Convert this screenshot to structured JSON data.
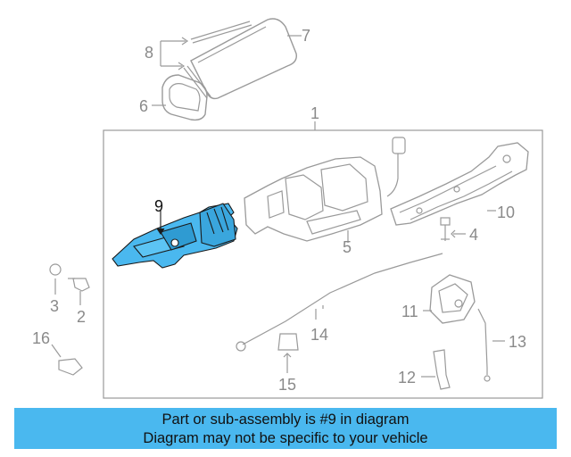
{
  "callouts": {
    "c1": "1",
    "c2": "2",
    "c3": "3",
    "c4": "4",
    "c5": "5",
    "c6": "6",
    "c7": "7",
    "c8": "8",
    "c9": "9",
    "c10": "10",
    "c11": "11",
    "c12": "12",
    "c13": "13",
    "c14": "14",
    "c15": "15",
    "c16": "16"
  },
  "highlight": {
    "part": "9",
    "color": "#4ab8ef"
  },
  "banner": {
    "line1": "Part or sub-assembly is #9 in diagram",
    "line2": "Diagram may not be specific to your vehicle",
    "color": "#4ab8ef"
  }
}
